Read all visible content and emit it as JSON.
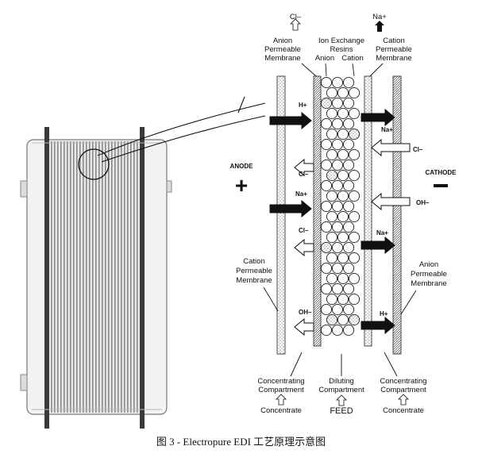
{
  "caption": "图 3 - Electropure EDI 工艺原理示意图",
  "labels": {
    "cl_top": "Cl–",
    "na_top": "Na+",
    "anion_membrane_top": [
      "Anion",
      "Permeable",
      "Membrane"
    ],
    "ion_exchange_resins": [
      "Ion Exchange",
      "Resins"
    ],
    "anion": "Anion",
    "cation": "Cation",
    "cation_membrane_top": [
      "Cation",
      "Permeable",
      "Membrane"
    ],
    "anode": "ANODE",
    "cathode": "CATHODE",
    "cation_membrane_left": [
      "Cation",
      "Permeable",
      "Membrane"
    ],
    "anion_membrane_right": [
      "Anion",
      "Permeable",
      "Membrane"
    ],
    "concentrating_left": [
      "Concentrating",
      "Compartment"
    ],
    "diluting": [
      "Diluting",
      "Compartment"
    ],
    "concentrating_right": [
      "Concentrating",
      "Compartment"
    ],
    "concentrate_left": "Concentrate",
    "feed": "FEED",
    "concentrate_right": "Concentrate"
  },
  "ions": {
    "h1": "H+",
    "cl1": "Cl–",
    "na1": "Na+",
    "cl2": "Cl–",
    "oh1": "OH–",
    "na_r1": "Na+",
    "cl_r1": "Cl–",
    "oh_r1": "OH–",
    "na_r2": "Na+",
    "h_r1": "H+"
  },
  "signs": {
    "plus": "+",
    "minus": "–"
  }
}
